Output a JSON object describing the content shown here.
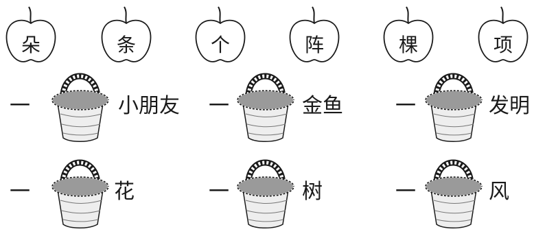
{
  "apples": [
    {
      "word": "朵"
    },
    {
      "word": "条"
    },
    {
      "word": "个"
    },
    {
      "word": "阵"
    },
    {
      "word": "棵"
    },
    {
      "word": "项"
    }
  ],
  "entries": [
    {
      "prefix": "一",
      "noun": "小朋友"
    },
    {
      "prefix": "一",
      "noun": "金鱼"
    },
    {
      "prefix": "一",
      "noun": "发明"
    },
    {
      "prefix": "一",
      "noun": "花"
    },
    {
      "prefix": "一",
      "noun": "树"
    },
    {
      "prefix": "一",
      "noun": "风"
    }
  ],
  "colors": {
    "basket_fill": "#9a9a9a",
    "basket_body": "#eeeeee",
    "line": "#1a1a1a"
  }
}
